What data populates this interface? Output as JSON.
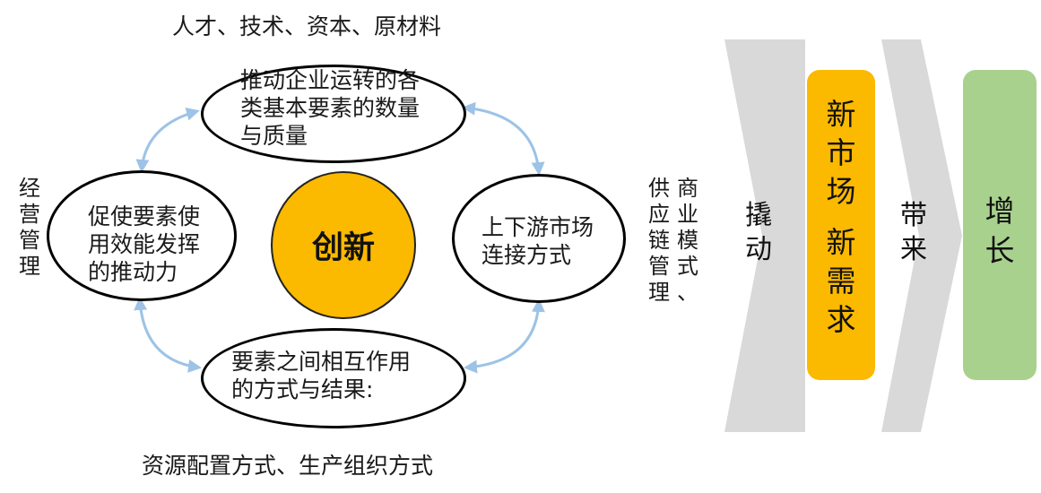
{
  "top_caption": "人才、技术、资本、原材料",
  "bottom_caption": "资源配置方式、生产组织方式",
  "left_vertical": [
    "经",
    "营",
    "管",
    "理"
  ],
  "right_vertical_col1": [
    "商",
    "业",
    "模",
    "式",
    "、"
  ],
  "right_vertical_col2": [
    "供",
    "应",
    "链",
    "管",
    "理"
  ],
  "ellipse_top": [
    "推动企业运转的各",
    "类基本要素的数量",
    "与质量"
  ],
  "ellipse_left": [
    "促使要素使",
    "用效能发挥",
    "的推动力"
  ],
  "ellipse_right": [
    "上下游市场",
    "连接方式"
  ],
  "ellipse_bottom": [
    "要素之间相互作用",
    "的方式与结果:"
  ],
  "center_label": "创新",
  "chevron1_label": [
    "撬",
    "动"
  ],
  "box_market": [
    "新",
    "市",
    "场",
    "新",
    "需",
    "求"
  ],
  "chevron2_label": [
    "带",
    "来"
  ],
  "box_growth": [
    "增",
    "长"
  ],
  "colors": {
    "innovation": "#fbb900",
    "market_box": "#fbb900",
    "growth_box": "#a9d18e",
    "chevron": "#d9d9d9",
    "connector": "#9dc3e6"
  }
}
